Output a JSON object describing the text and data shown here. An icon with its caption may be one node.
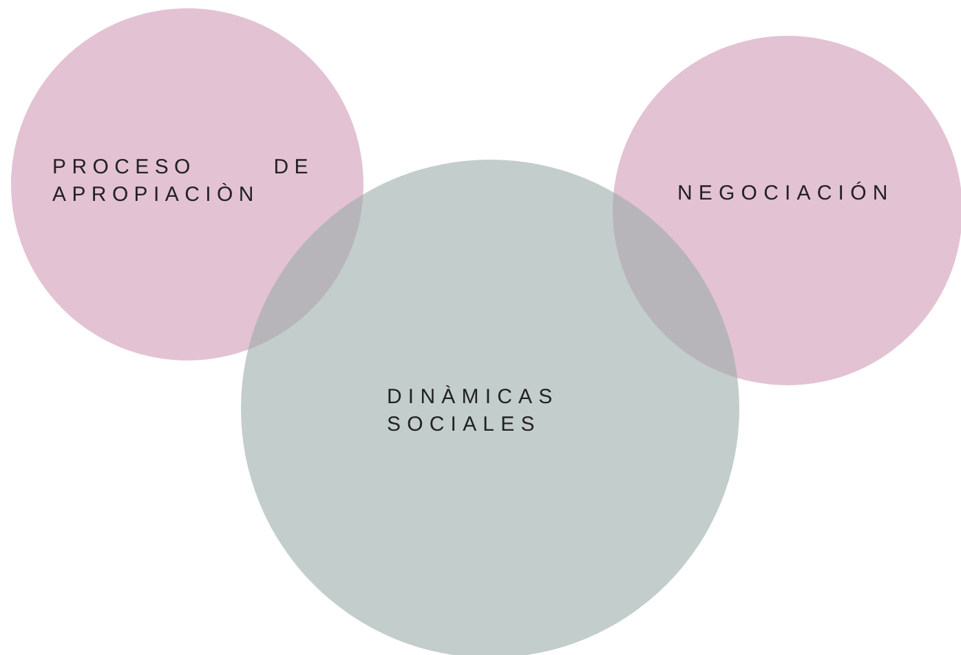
{
  "diagram": {
    "nodes": [
      {
        "text": [
          "PROCESO DE APROPIACIÒN"
        ]
      },
      {
        "text": [
          "NEGOCIACIÓN"
        ]
      },
      {
        "text": [
          "DINÀMICAS SOCIALES"
        ]
      }
    ]
  }
}
